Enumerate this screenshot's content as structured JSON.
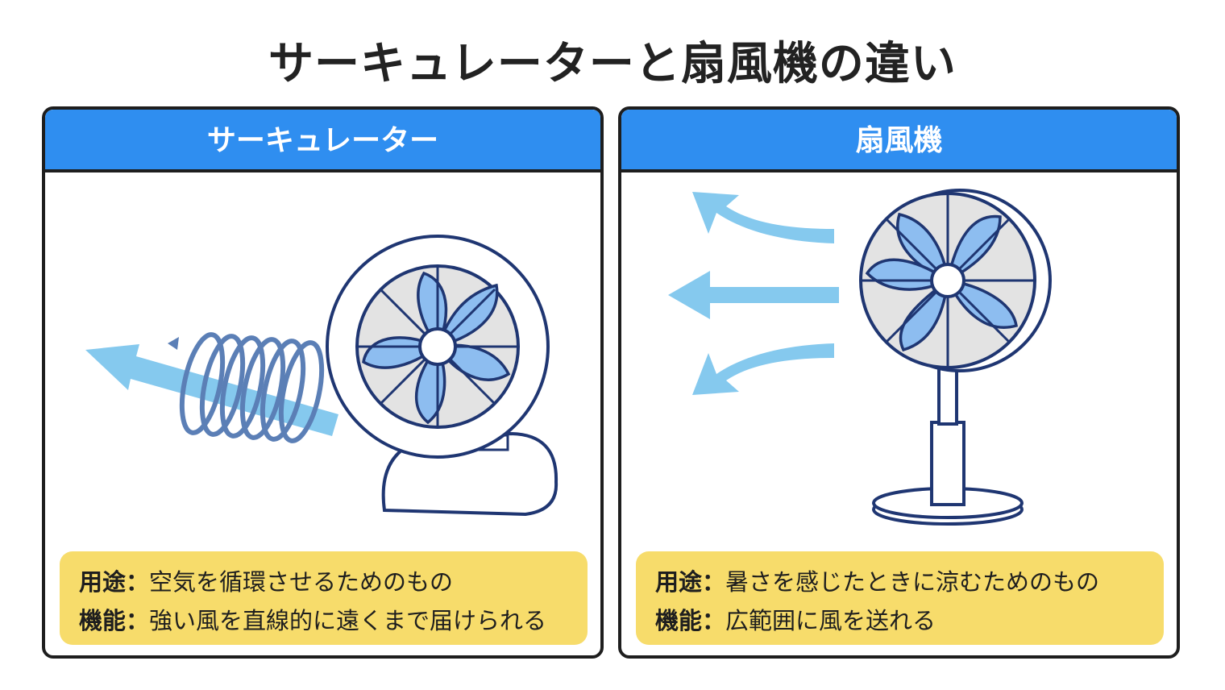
{
  "title": "サーキュレーターと扇風機の違い",
  "colors": {
    "header_blue": "#2f8ef0",
    "info_yellow": "#f7dc6b",
    "arrow_light_blue": "#85c9ee",
    "blade_blue": "#8dbdf0",
    "outline_navy": "#1f3672"
  },
  "panels": [
    {
      "header": "サーキュレーター",
      "icon": "circulator-icon",
      "info": [
        {
          "label": "用途",
          "text": "空気を循環させるためのもの"
        },
        {
          "label": "機能",
          "text": "強い風を直線的に遠くまで届けられる"
        }
      ]
    },
    {
      "header": "扇風機",
      "icon": "electric-fan-icon",
      "info": [
        {
          "label": "用途",
          "text": "暑さを感じたときに涼むためのもの"
        },
        {
          "label": "機能",
          "text": "広範囲に風を送れる"
        }
      ]
    }
  ],
  "separator": "："
}
